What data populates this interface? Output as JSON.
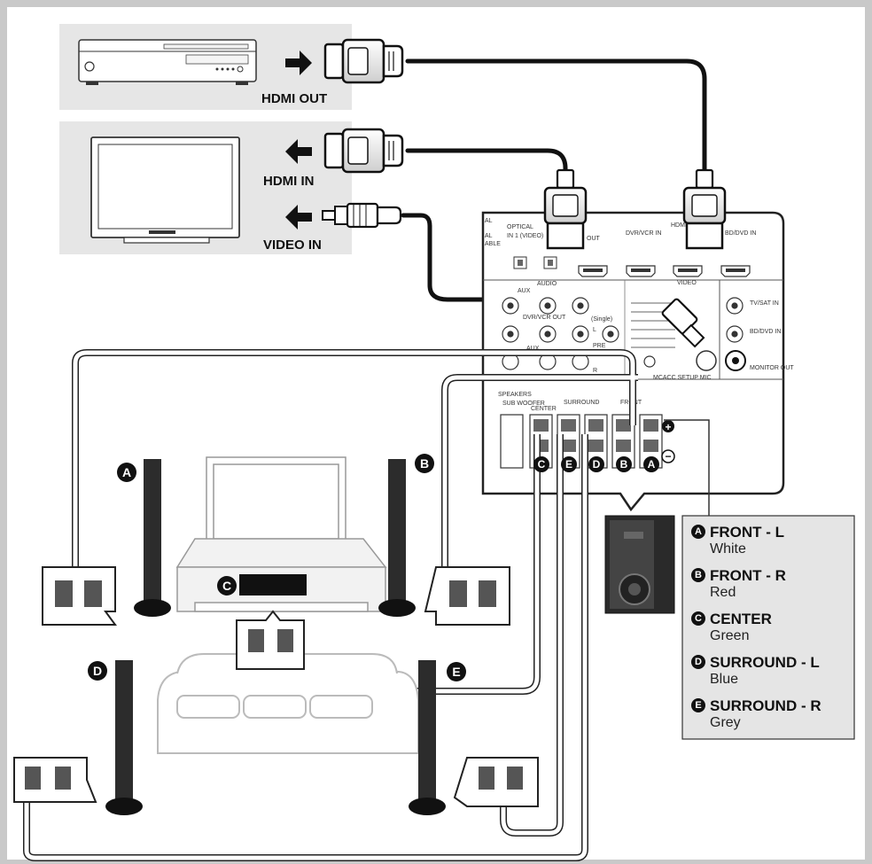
{
  "source_labels": {
    "hdmi_out": "HDMI OUT",
    "hdmi_in": "HDMI IN",
    "video_in": "VIDEO IN"
  },
  "receiver_panel": {
    "optical": "OPTICAL",
    "in_video": "IN 1 (VIDEO)",
    "hdmi": "HDMI",
    "out": "OUT",
    "dvr_vcr_in": "DVR/VCR IN",
    "bd_dvd_in": "BD/DVD IN",
    "audio": "AUDIO",
    "video": "VIDEO",
    "aux": "AUX",
    "dvr_vcr_out": "DVR/VCR OUT",
    "single": "(Single)",
    "l": "L",
    "r": "R",
    "pre": "PRE",
    "tv_sat_in": "TV/SAT IN",
    "bd_dvd_in_video": "BD/DVD IN",
    "monitor_out": "MONITOR OUT",
    "mcacc_setup_mic": "MCACC SETUP MIC",
    "speakers": "SPEAKERS",
    "subwoofer": "SUB WOOFER",
    "center": "CENTER",
    "surround": "SURROUND",
    "front": "FRONT",
    "plus": "+",
    "minus": "−"
  },
  "speaker_badges": [
    "A",
    "B",
    "C",
    "D",
    "E"
  ],
  "legend": [
    {
      "letter": "A",
      "name": "FRONT - L",
      "color": "White"
    },
    {
      "letter": "B",
      "name": "FRONT - R",
      "color": "Red"
    },
    {
      "letter": "C",
      "name": "CENTER",
      "color": "Green"
    },
    {
      "letter": "D",
      "name": "SURROUND - L",
      "color": "Blue"
    },
    {
      "letter": "E",
      "name": "SURROUND - R",
      "color": "Grey"
    }
  ],
  "colors": {
    "frame": "#c9c9c9",
    "panel": "#e8e8e8",
    "ink": "#1a1a1a",
    "legend_bg": "#e5e5e5"
  }
}
